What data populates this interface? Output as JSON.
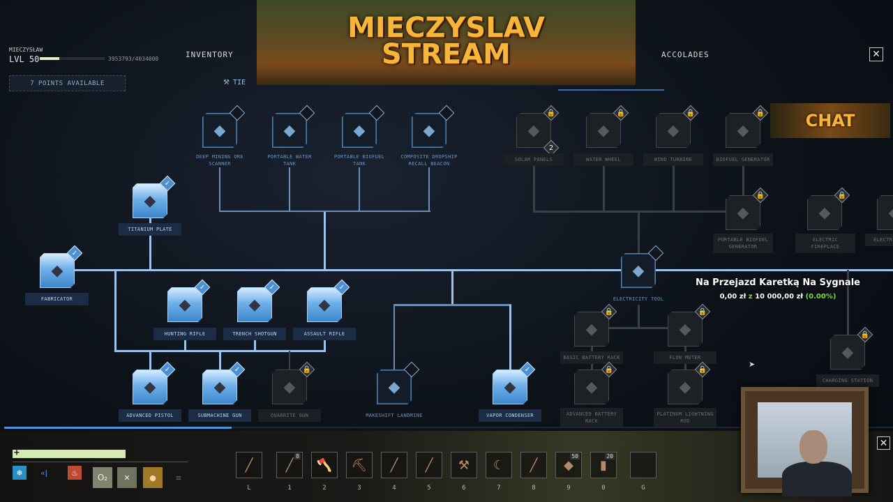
{
  "player": {
    "name": "MIECZYSŁAW",
    "level": "LVL 50",
    "xp": "3953793/4034000",
    "xp_bar_fill": 0.3
  },
  "header": {
    "inventory": "INVENTORY",
    "accolades": "ACCOLADES",
    "points": "7 POINTS AVAILABLE",
    "tier_tab": "TIE"
  },
  "overlay": {
    "banner_line1": "MIECZYSLAV",
    "banner_line2": "STREAM",
    "chat": "CHAT",
    "goal_title": "Na Przejazd Karetką Na Sygnale",
    "goal_amount": "0,00 zł",
    "goal_sep": "z",
    "goal_target": "10 000,00 zł",
    "goal_pct": "(0.00%)"
  },
  "tree": [
    {
      "id": "fabricator",
      "label": "FABRICATOR",
      "state": "unlocked"
    },
    {
      "id": "titanium-plate",
      "label": "TITANIUM PLATE",
      "state": "unlocked"
    },
    {
      "id": "deep-mining-ore-scanner",
      "label": "DEEP MINING ORE SCANNER",
      "state": "available"
    },
    {
      "id": "portable-water-tank",
      "label": "PORTABLE WATER TANK",
      "state": "available"
    },
    {
      "id": "portable-biofuel-tank",
      "label": "PORTABLE BIOFUEL TANK",
      "state": "available"
    },
    {
      "id": "composite-dropship-recall-beacon",
      "label": "COMPOSITE DROPSHIP RECALL BEACON",
      "state": "available"
    },
    {
      "id": "hunting-rifle",
      "label": "HUNTING RIFLE",
      "state": "unlocked"
    },
    {
      "id": "trench-shotgun",
      "label": "TRENCH SHOTGUN",
      "state": "unlocked"
    },
    {
      "id": "assault-rifle",
      "label": "ASSAULT RIFLE",
      "state": "unlocked"
    },
    {
      "id": "advanced-pistol",
      "label": "ADVANCED PISTOL",
      "state": "unlocked"
    },
    {
      "id": "submachine-gun",
      "label": "SUBMACHINE GUN",
      "state": "unlocked"
    },
    {
      "id": "quarrite-gun",
      "label": "QUARRITE GUN",
      "state": "locked"
    },
    {
      "id": "makeshift-landmine",
      "label": "MAKESHIFT LANDMINE",
      "state": "available"
    },
    {
      "id": "vapor-condenser",
      "label": "VAPOR CONDENSER",
      "state": "unlocked"
    },
    {
      "id": "electricity-tool",
      "label": "ELECTRICITY TOOL",
      "state": "available"
    },
    {
      "id": "solar-panels",
      "label": "SOLAR PANELS",
      "state": "locked",
      "tier": "2"
    },
    {
      "id": "water-wheel",
      "label": "WATER WHEEL",
      "state": "locked"
    },
    {
      "id": "wind-turbine",
      "label": "WIND TURBINE",
      "state": "locked"
    },
    {
      "id": "biofuel-generator",
      "label": "BIOFUEL GENERATOR",
      "state": "locked"
    },
    {
      "id": "portable-biofuel-generator",
      "label": "PORTABLE BIOFUEL GENERATOR",
      "state": "locked"
    },
    {
      "id": "electric-fireplace",
      "label": "ELECTRIC FIREPLACE",
      "state": "locked"
    },
    {
      "id": "electric-cut",
      "label": "ELECTRIC",
      "state": "locked"
    },
    {
      "id": "basic-battery-rack",
      "label": "BASIC BATTERY RACK",
      "state": "locked"
    },
    {
      "id": "flow-meter",
      "label": "FLOW METER",
      "state": "locked"
    },
    {
      "id": "advanced-battery-rack",
      "label": "ADVANCED BATTERY RACK",
      "state": "locked"
    },
    {
      "id": "platinum-lightning-rod",
      "label": "PLATINUM LIGHTNING ROD",
      "state": "locked"
    },
    {
      "id": "charging-station",
      "label": "CHARGING STATION",
      "state": "locked"
    }
  ],
  "hotbar": [
    {
      "key": "L",
      "item": "torch",
      "count": ""
    },
    {
      "key": "1",
      "item": "fishing-rod",
      "count": "8"
    },
    {
      "key": "2",
      "item": "axe",
      "count": ""
    },
    {
      "key": "3",
      "item": "pickaxe",
      "count": ""
    },
    {
      "key": "4",
      "item": "shovel",
      "count": ""
    },
    {
      "key": "5",
      "item": "knife",
      "count": ""
    },
    {
      "key": "6",
      "item": "hammer",
      "count": ""
    },
    {
      "key": "7",
      "item": "sickle",
      "count": ""
    },
    {
      "key": "8",
      "item": "spear",
      "count": ""
    },
    {
      "key": "9",
      "item": "ore",
      "count": "50"
    },
    {
      "key": "0",
      "item": "bandage",
      "count": "20"
    },
    {
      "key": "G",
      "item": "empty",
      "count": ""
    }
  ],
  "hud": {
    "health_symbol": "+",
    "oxygen": "O₂"
  },
  "colors": {
    "accent": "#9cc3ea",
    "goal_green": "#7be03a",
    "health": "#d4ecb4"
  }
}
